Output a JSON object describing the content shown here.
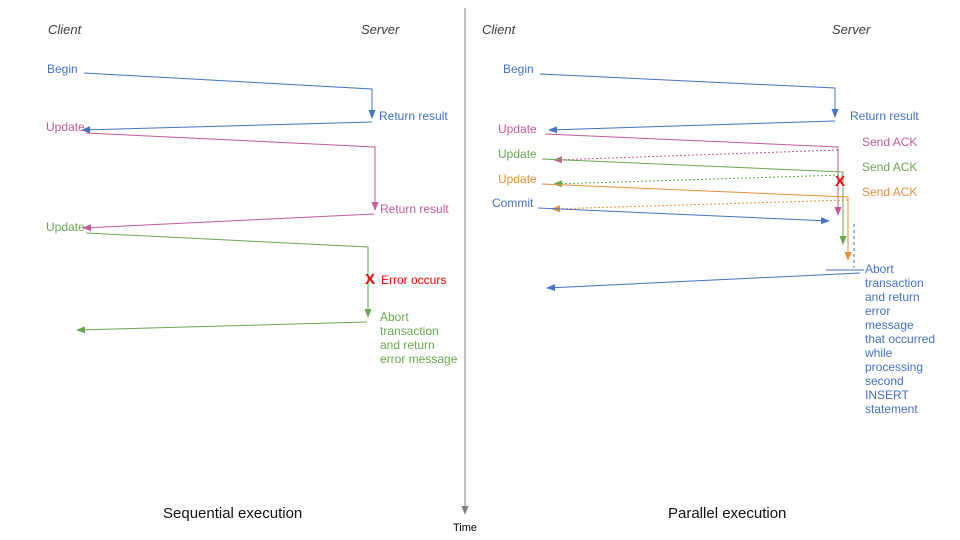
{
  "colors": {
    "blue": "#4472C4",
    "pink": "#C55A9E",
    "green": "#6AA84F",
    "orange": "#E69138",
    "red": "#FF0000",
    "axis_gray": "#808080"
  },
  "axis": {
    "time_label": "Time"
  },
  "left": {
    "caption": "Sequential execution",
    "client_label": "Client",
    "server_label": "Server",
    "begin_label": "Begin",
    "return_result_1": "Return result",
    "update_1": "Update",
    "return_result_2": "Return result",
    "update_2": "Update",
    "error_x": "X",
    "error_label": "Error occurs",
    "abort_label": "Abort\ntransaction\nand return\nerror message"
  },
  "right": {
    "caption": "Parallel execution",
    "client_label": "Client",
    "server_label": "Server",
    "begin_label": "Begin",
    "return_result": "Return result",
    "update_1": "Update",
    "ack_1": "Send ACK",
    "update_2": "Update",
    "ack_2": "Send ACK",
    "update_3": "Update",
    "ack_3": "Send ACK",
    "commit_label": "Commit",
    "error_x": "X",
    "abort_label": "Abort\ntransaction\nand return\nerror\nmessage\nthat occurred\nwhile\nprocessing\nsecond\nINSERT\nstatement"
  }
}
